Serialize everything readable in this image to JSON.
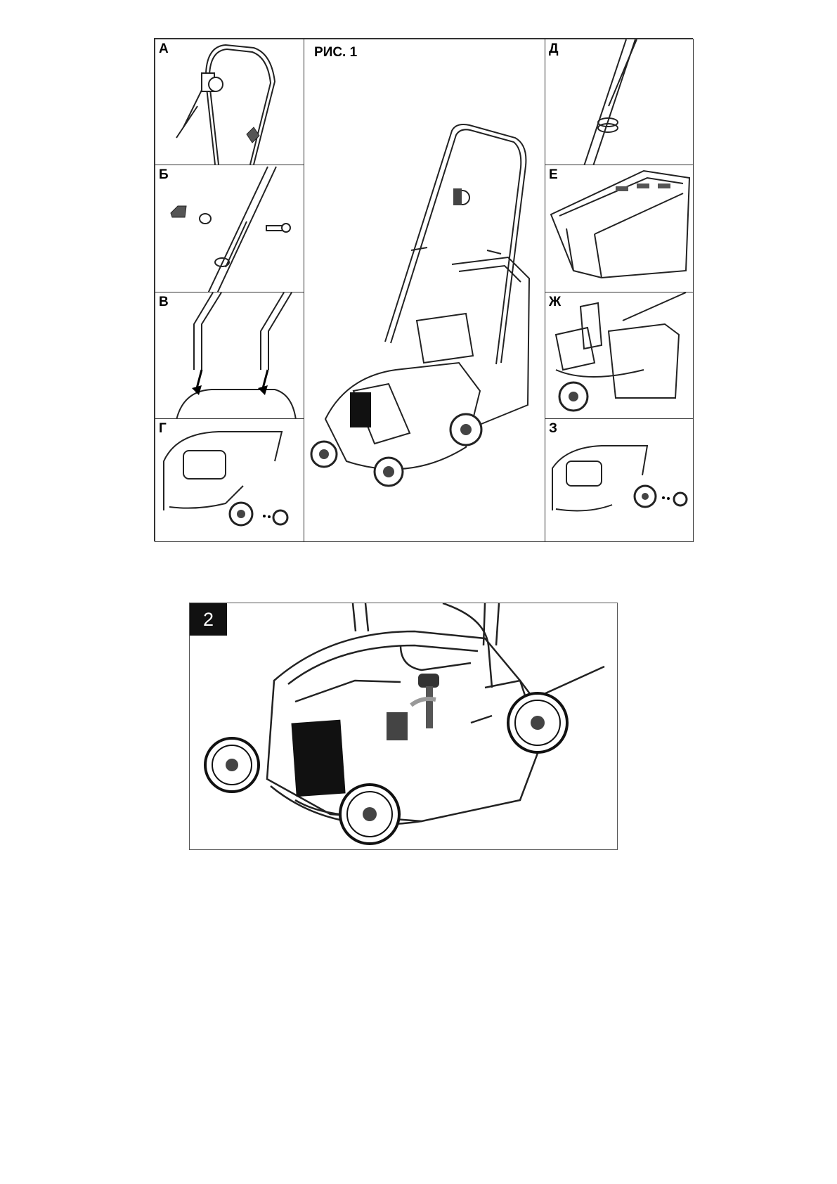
{
  "figure1": {
    "title": "РИС. 1",
    "panels": {
      "a": "А",
      "b": "Б",
      "v": "В",
      "g": "Г",
      "d": "Д",
      "e": "Е",
      "zh": "Ж",
      "z": "З"
    }
  },
  "figure2": {
    "badge": "2"
  }
}
